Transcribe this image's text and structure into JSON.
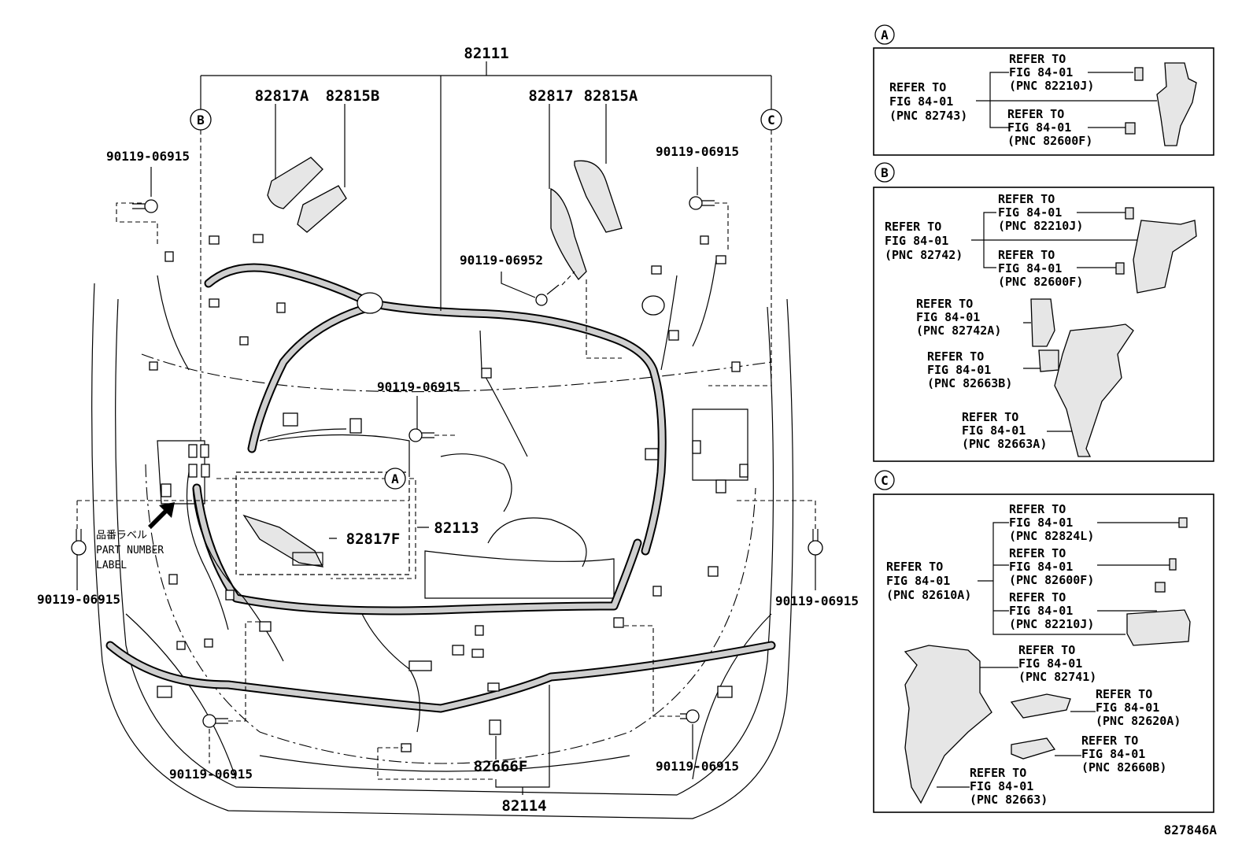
{
  "diagram": {
    "footer_code": "827846A",
    "main_labels": {
      "harness_main": "82111",
      "cover_left_a": "82817A",
      "cover_left_b": "82815B",
      "cover_right_a": "82817",
      "cover_right_b": "82815A",
      "bolt_top_left": "90119-06915",
      "bolt_top_right": "90119-06915",
      "bolt_center": "90119-06952",
      "bolt_mid": "90119-06915",
      "bolt_left": "90119-06915",
      "bolt_right": "90119-06915",
      "bolt_bottom_left": "90119-06915",
      "bolt_bottom_right": "90119-06915",
      "cover_inner": "82817F",
      "harness_inner": "82113",
      "clamp_front": "82666F",
      "harness_front": "82114"
    },
    "callouts": {
      "b_main": "B",
      "c_main": "C",
      "a_main": "A"
    },
    "part_number_label": {
      "jp": "品番ラベル",
      "line1": "PART NUMBER",
      "line2": "LABEL"
    },
    "inset_a": {
      "letter": "A",
      "main_ref": [
        "REFER TO",
        "FIG 84-01",
        "(PNC 82743)"
      ],
      "sub_refs": [
        [
          "REFER TO",
          "FIG 84-01",
          "(PNC 82210J)"
        ],
        [
          "REFER TO",
          "FIG 84-01",
          "(PNC 82600F)"
        ]
      ]
    },
    "inset_b": {
      "letter": "B",
      "main_ref": [
        "REFER TO",
        "FIG 84-01",
        "(PNC 82742)"
      ],
      "sub_refs": [
        [
          "REFER TO",
          "FIG 84-01",
          "(PNC 82210J)"
        ],
        [
          "REFER TO",
          "FIG 84-01",
          "(PNC 82600F)"
        ],
        [
          "REFER TO",
          "FIG 84-01",
          "(PNC 82742A)"
        ],
        [
          "REFER TO",
          "FIG 84-01",
          "(PNC 82663B)"
        ],
        [
          "REFER TO",
          "FIG 84-01",
          "(PNC 82663A)"
        ]
      ]
    },
    "inset_c": {
      "letter": "C",
      "main_ref": [
        "REFER TO",
        "FIG 84-01",
        "(PNC 82610A)"
      ],
      "sub_refs": [
        [
          "REFER TO",
          "FIG 84-01",
          "(PNC 82824L)"
        ],
        [
          "REFER TO",
          "FIG 84-01",
          "(PNC 82600F)"
        ],
        [
          "REFER TO",
          "FIG 84-01",
          "(PNC 82210J)"
        ],
        [
          "REFER TO",
          "FIG 84-01",
          "(PNC 82741)"
        ],
        [
          "REFER TO",
          "FIG 84-01",
          "(PNC 82620A)"
        ],
        [
          "REFER TO",
          "FIG 84-01",
          "(PNC 82660B)"
        ],
        [
          "REFER TO",
          "FIG 84-01",
          "(PNC 82663)"
        ]
      ]
    }
  }
}
